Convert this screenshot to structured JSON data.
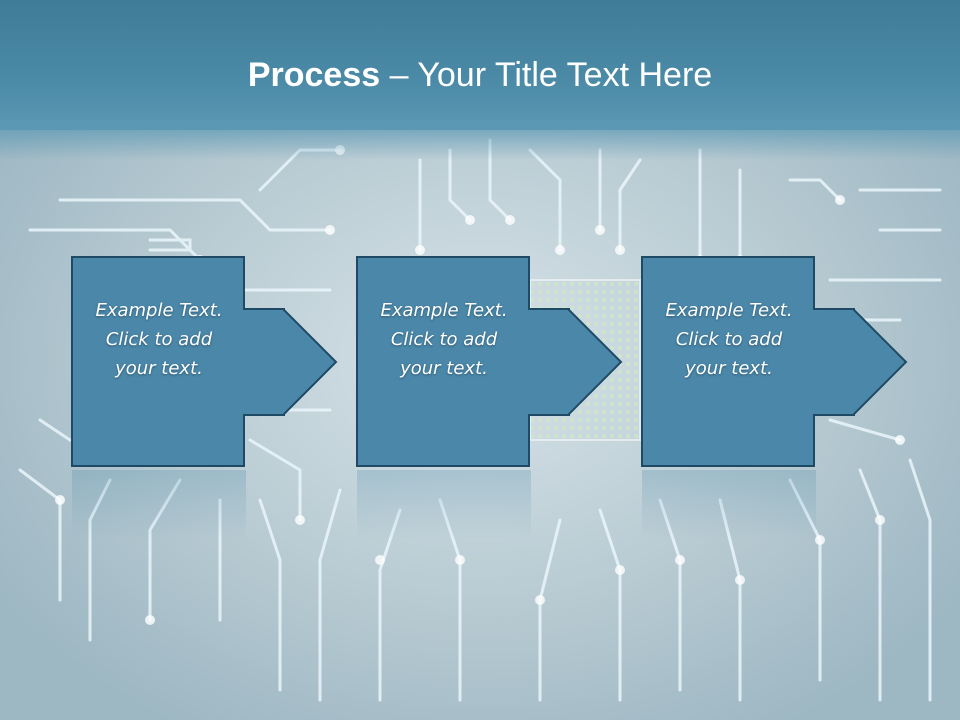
{
  "slide": {
    "title_bold": "Process",
    "title_rest": " – Your Title Text Here"
  },
  "steps": [
    {
      "line1": "Example Text.",
      "line2": "Click  to add",
      "line3": "your text."
    },
    {
      "line1": "Example Text.",
      "line2": "Click  to add",
      "line3": "your text."
    },
    {
      "line1": "Example Text.",
      "line2": "Click  to add",
      "line3": "your text."
    }
  ],
  "colors": {
    "header": "#4585a1",
    "box_fill": "#4a87a9",
    "box_stroke": "#1f4a66",
    "text": "#ffffff"
  }
}
